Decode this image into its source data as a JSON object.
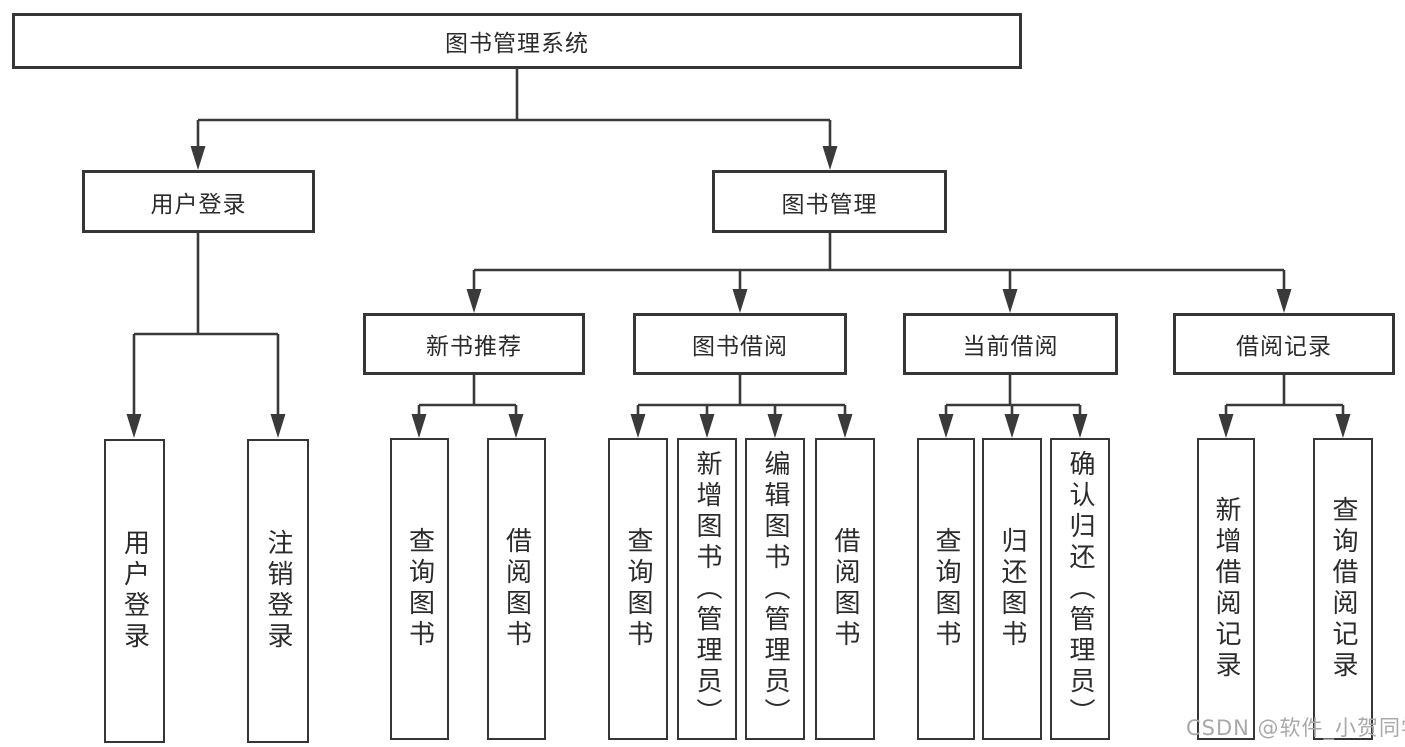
{
  "diagram": {
    "root": "图书管理系统",
    "user_branch": {
      "label": "用户登录",
      "children": [
        "用户登录",
        "注销登录"
      ]
    },
    "mgmt_branch": {
      "label": "图书管理",
      "groups": [
        {
          "label": "新书推荐",
          "children": [
            "查询图书",
            "借阅图书"
          ]
        },
        {
          "label": "图书借阅",
          "children": [
            "查询图书",
            "新增图书（管理员）",
            "编辑图书（管理员）",
            "借阅图书"
          ]
        },
        {
          "label": "当前借阅",
          "children": [
            "查询图书",
            "归还图书",
            "确认归还（管理员）"
          ]
        },
        {
          "label": "借阅记录",
          "children": [
            "新增借阅记录",
            "查询借阅记录"
          ]
        }
      ]
    }
  },
  "watermark": {
    "text": "CSDN @软件_小贺同学"
  },
  "colors": {
    "bg": "#ffffff",
    "line": "#3a3a3a",
    "border": "#363636",
    "text": "#2b2b2b",
    "watermark": "#a9a9a9"
  }
}
